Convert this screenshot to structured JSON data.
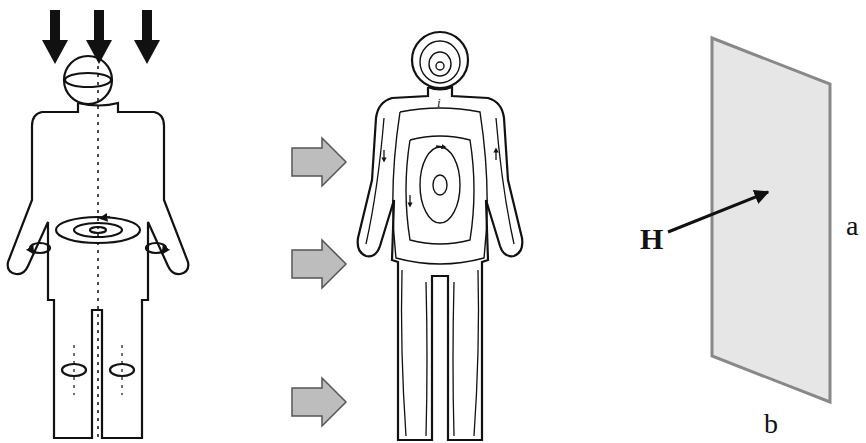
{
  "diagram": {
    "labels": [
      "H",
      "a",
      "b",
      "i"
    ]
  }
}
